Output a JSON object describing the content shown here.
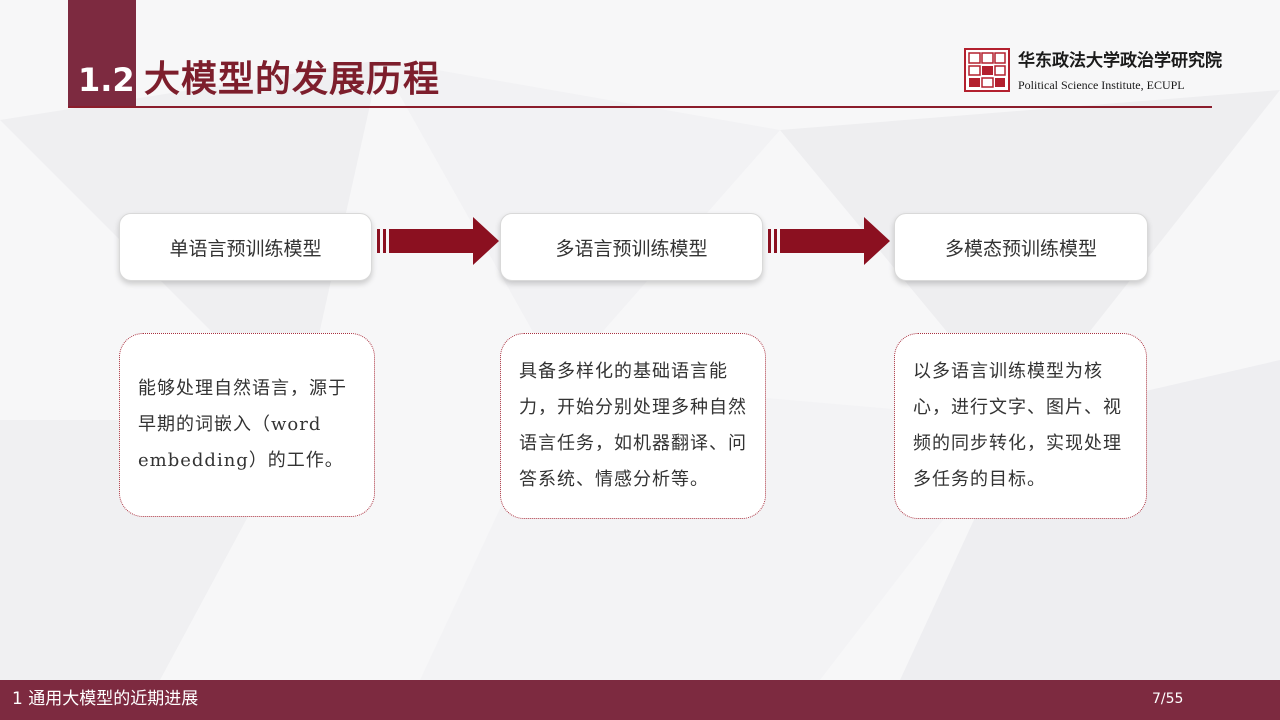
{
  "header": {
    "section_number": "1.2",
    "title": "大模型的发展历程",
    "institute_cn": "华东政法大学政治学研究院",
    "institute_en": "Political Science Institute, ECUPL"
  },
  "stages": [
    {
      "label": "单语言预训练模型"
    },
    {
      "label": "多语言预训练模型"
    },
    {
      "label": "多模态预训练模型"
    }
  ],
  "descriptions": [
    {
      "text": "能够处理自然语言，源于早期的词嵌入（word embedding）的工作。"
    },
    {
      "text": "具备多样化的基础语言能力，开始分别处理多种自然语言任务，如机器翻译、问答系统、情感分析等。"
    },
    {
      "text": "以多语言训练模型为核心，进行文字、图片、视频的同步转化，实现处理多任务的目标。"
    }
  ],
  "footer": {
    "text": "1 通用大模型的近期进展",
    "page": "7/55"
  },
  "colors": {
    "brand": "#7d2a40",
    "arrow": "#8b1020",
    "title": "#7d1e2c"
  },
  "icons": {
    "logo": "institute-seal-icon",
    "arrow": "right-arrow-icon"
  }
}
